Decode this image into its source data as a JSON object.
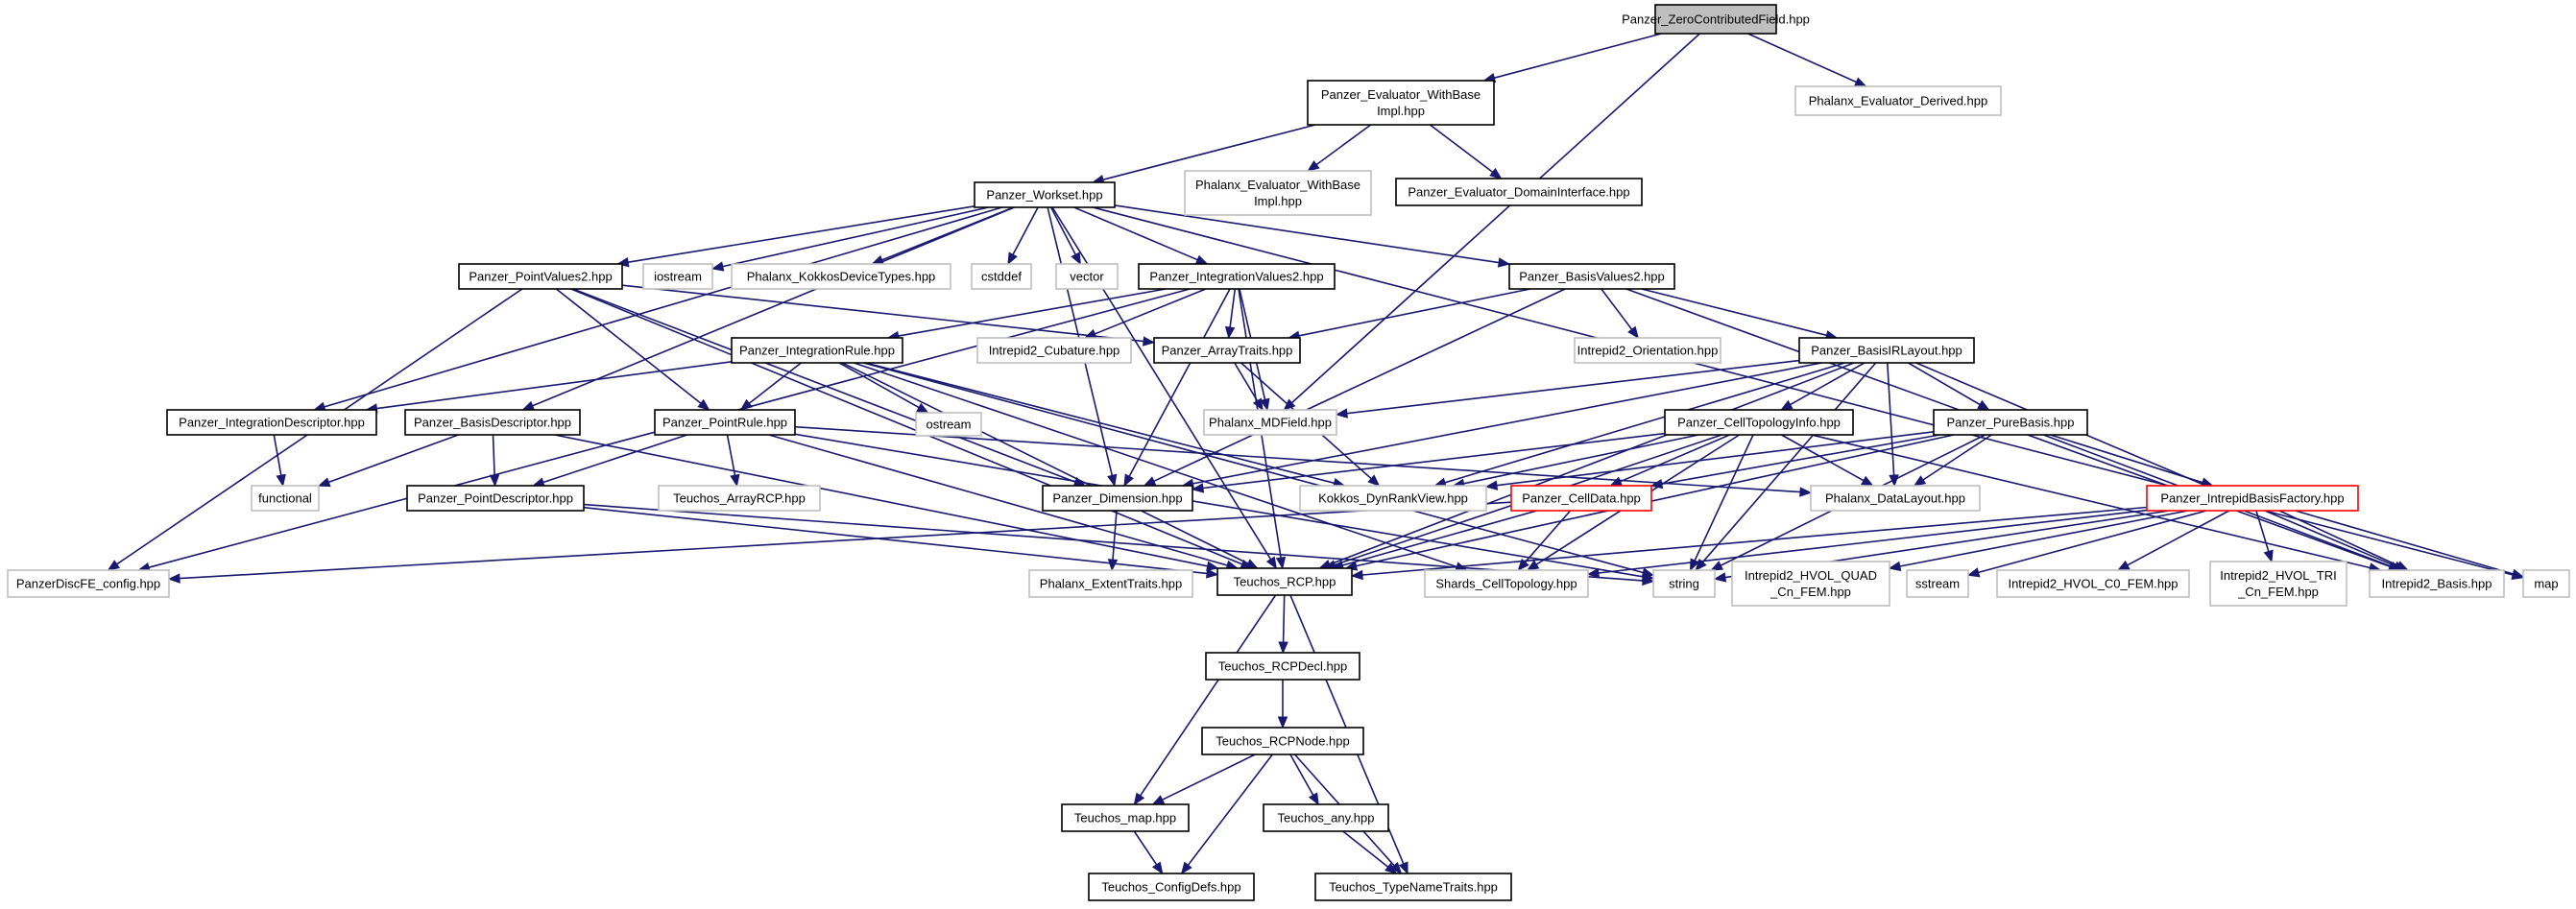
{
  "colors": {
    "edge": "#191970",
    "border_doc": "#000000",
    "border_nodoc": "#bfbfbf",
    "border_truncated": "#ff0000",
    "root_fill": "#bfbfbf",
    "fill": "#ffffff"
  },
  "nodes": [
    {
      "id": "zero",
      "lines": [
        "Panzer_ZeroContributedField.hpp"
      ],
      "style": "root"
    },
    {
      "id": "evb",
      "lines": [
        "Panzer_Evaluator_WithBase",
        "Impl.hpp"
      ],
      "style": "doc"
    },
    {
      "id": "evderived",
      "lines": [
        "Phalanx_Evaluator_Derived.hpp"
      ],
      "style": "nodoc"
    },
    {
      "id": "workset",
      "lines": [
        "Panzer_Workset.hpp"
      ],
      "style": "doc"
    },
    {
      "id": "phxevb",
      "lines": [
        "Phalanx_Evaluator_WithBase",
        "Impl.hpp"
      ],
      "style": "nodoc"
    },
    {
      "id": "domain",
      "lines": [
        "Panzer_Evaluator_DomainInterface.hpp"
      ],
      "style": "doc"
    },
    {
      "id": "pv2",
      "lines": [
        "Panzer_PointValues2.hpp"
      ],
      "style": "doc"
    },
    {
      "id": "iostream",
      "lines": [
        "iostream"
      ],
      "style": "nodoc"
    },
    {
      "id": "kokkosdev",
      "lines": [
        "Phalanx_KokkosDeviceTypes.hpp"
      ],
      "style": "nodoc"
    },
    {
      "id": "cstddef",
      "lines": [
        "cstddef"
      ],
      "style": "nodoc"
    },
    {
      "id": "vector",
      "lines": [
        "vector"
      ],
      "style": "nodoc"
    },
    {
      "id": "iv2",
      "lines": [
        "Panzer_IntegrationValues2.hpp"
      ],
      "style": "doc"
    },
    {
      "id": "bv2",
      "lines": [
        "Panzer_BasisValues2.hpp"
      ],
      "style": "doc"
    },
    {
      "id": "ir",
      "lines": [
        "Panzer_IntegrationRule.hpp"
      ],
      "style": "doc"
    },
    {
      "id": "cubature",
      "lines": [
        "Intrepid2_Cubature.hpp"
      ],
      "style": "nodoc"
    },
    {
      "id": "arraytraits",
      "lines": [
        "Panzer_ArrayTraits.hpp"
      ],
      "style": "doc"
    },
    {
      "id": "orientation",
      "lines": [
        "Intrepid2_Orientation.hpp"
      ],
      "style": "nodoc"
    },
    {
      "id": "birl",
      "lines": [
        "Panzer_BasisIRLayout.hpp"
      ],
      "style": "doc"
    },
    {
      "id": "intdesc",
      "lines": [
        "Panzer_IntegrationDescriptor.hpp"
      ],
      "style": "doc"
    },
    {
      "id": "basisdesc",
      "lines": [
        "Panzer_BasisDescriptor.hpp"
      ],
      "style": "doc"
    },
    {
      "id": "pointrule",
      "lines": [
        "Panzer_PointRule.hpp"
      ],
      "style": "doc"
    },
    {
      "id": "ostream",
      "lines": [
        "ostream"
      ],
      "style": "nodoc"
    },
    {
      "id": "mdfield",
      "lines": [
        "Phalanx_MDField.hpp"
      ],
      "style": "nodoc"
    },
    {
      "id": "cti",
      "lines": [
        "Panzer_CellTopologyInfo.hpp"
      ],
      "style": "doc"
    },
    {
      "id": "purebasis",
      "lines": [
        "Panzer_PureBasis.hpp"
      ],
      "style": "doc"
    },
    {
      "id": "functional",
      "lines": [
        "functional"
      ],
      "style": "nodoc"
    },
    {
      "id": "pointdesc",
      "lines": [
        "Panzer_PointDescriptor.hpp"
      ],
      "style": "doc"
    },
    {
      "id": "tarcp",
      "lines": [
        "Teuchos_ArrayRCP.hpp"
      ],
      "style": "nodoc"
    },
    {
      "id": "dimension",
      "lines": [
        "Panzer_Dimension.hpp"
      ],
      "style": "doc"
    },
    {
      "id": "dynrank",
      "lines": [
        "Kokkos_DynRankView.hpp"
      ],
      "style": "nodoc"
    },
    {
      "id": "celldata",
      "lines": [
        "Panzer_CellData.hpp"
      ],
      "style": "truncated"
    },
    {
      "id": "datalayout",
      "lines": [
        "Phalanx_DataLayout.hpp"
      ],
      "style": "nodoc"
    },
    {
      "id": "ibf",
      "lines": [
        "Panzer_IntrepidBasisFactory.hpp"
      ],
      "style": "truncated"
    },
    {
      "id": "discfe",
      "lines": [
        "PanzerDiscFE_config.hpp"
      ],
      "style": "nodoc"
    },
    {
      "id": "extent",
      "lines": [
        "Phalanx_ExtentTraits.hpp"
      ],
      "style": "nodoc"
    },
    {
      "id": "rcp",
      "lines": [
        "Teuchos_RCP.hpp"
      ],
      "style": "doc"
    },
    {
      "id": "shards",
      "lines": [
        "Shards_CellTopology.hpp"
      ],
      "style": "nodoc"
    },
    {
      "id": "string",
      "lines": [
        "string"
      ],
      "style": "nodoc"
    },
    {
      "id": "hvolquad",
      "lines": [
        "Intrepid2_HVOL_QUAD",
        "_Cn_FEM.hpp"
      ],
      "style": "nodoc"
    },
    {
      "id": "sstream",
      "lines": [
        "sstream"
      ],
      "style": "nodoc"
    },
    {
      "id": "hvolc0",
      "lines": [
        "Intrepid2_HVOL_C0_FEM.hpp"
      ],
      "style": "nodoc"
    },
    {
      "id": "hvoltri",
      "lines": [
        "Intrepid2_HVOL_TRI",
        "_Cn_FEM.hpp"
      ],
      "style": "nodoc"
    },
    {
      "id": "i2basis",
      "lines": [
        "Intrepid2_Basis.hpp"
      ],
      "style": "nodoc"
    },
    {
      "id": "map",
      "lines": [
        "map"
      ],
      "style": "nodoc"
    },
    {
      "id": "rcpdecl",
      "lines": [
        "Teuchos_RCPDecl.hpp"
      ],
      "style": "doc"
    },
    {
      "id": "rcpnode",
      "lines": [
        "Teuchos_RCPNode.hpp"
      ],
      "style": "doc"
    },
    {
      "id": "tmap",
      "lines": [
        "Teuchos_map.hpp"
      ],
      "style": "doc"
    },
    {
      "id": "tany",
      "lines": [
        "Teuchos_any.hpp"
      ],
      "style": "doc"
    },
    {
      "id": "configdefs",
      "lines": [
        "Teuchos_ConfigDefs.hpp"
      ],
      "style": "doc"
    },
    {
      "id": "typename",
      "lines": [
        "Teuchos_TypeNameTraits.hpp"
      ],
      "style": "doc"
    }
  ],
  "edges": [
    [
      "zero",
      "evb"
    ],
    [
      "zero",
      "evderived"
    ],
    [
      "zero",
      "mdfield"
    ],
    [
      "evb",
      "workset"
    ],
    [
      "evb",
      "phxevb"
    ],
    [
      "evb",
      "domain"
    ],
    [
      "workset",
      "pv2"
    ],
    [
      "workset",
      "iostream"
    ],
    [
      "workset",
      "kokkosdev"
    ],
    [
      "workset",
      "cstddef"
    ],
    [
      "workset",
      "vector"
    ],
    [
      "workset",
      "iv2"
    ],
    [
      "workset",
      "bv2"
    ],
    [
      "workset",
      "intdesc"
    ],
    [
      "workset",
      "basisdesc"
    ],
    [
      "workset",
      "dimension"
    ],
    [
      "workset",
      "rcp"
    ],
    [
      "workset",
      "map"
    ],
    [
      "pv2",
      "discfe"
    ],
    [
      "pv2",
      "pointrule"
    ],
    [
      "pv2",
      "arraytraits"
    ],
    [
      "pv2",
      "dimension"
    ],
    [
      "pv2",
      "rcp"
    ],
    [
      "iv2",
      "ir"
    ],
    [
      "iv2",
      "cubature"
    ],
    [
      "iv2",
      "arraytraits"
    ],
    [
      "iv2",
      "mdfield"
    ],
    [
      "iv2",
      "dimension"
    ],
    [
      "iv2",
      "rcp"
    ],
    [
      "iv2",
      "discfe"
    ],
    [
      "bv2",
      "arraytraits"
    ],
    [
      "bv2",
      "orientation"
    ],
    [
      "bv2",
      "birl"
    ],
    [
      "bv2",
      "dimension"
    ],
    [
      "bv2",
      "i2basis"
    ],
    [
      "ir",
      "intdesc"
    ],
    [
      "ir",
      "pointrule"
    ],
    [
      "ir",
      "ostream"
    ],
    [
      "ir",
      "rcp"
    ],
    [
      "ir",
      "dynrank"
    ],
    [
      "ir",
      "string"
    ],
    [
      "ir",
      "shards"
    ],
    [
      "arraytraits",
      "mdfield"
    ],
    [
      "arraytraits",
      "dynrank"
    ],
    [
      "birl",
      "cti"
    ],
    [
      "birl",
      "purebasis"
    ],
    [
      "birl",
      "datalayout"
    ],
    [
      "birl",
      "dimension"
    ],
    [
      "birl",
      "rcp"
    ],
    [
      "birl",
      "dynrank"
    ],
    [
      "birl",
      "mdfield"
    ],
    [
      "birl",
      "i2basis"
    ],
    [
      "birl",
      "string"
    ],
    [
      "intdesc",
      "functional"
    ],
    [
      "basisdesc",
      "functional"
    ],
    [
      "basisdesc",
      "pointdesc"
    ],
    [
      "basisdesc",
      "rcp"
    ],
    [
      "pointrule",
      "pointdesc"
    ],
    [
      "pointrule",
      "tarcp"
    ],
    [
      "pointrule",
      "datalayout"
    ],
    [
      "pointrule",
      "rcp"
    ],
    [
      "pointrule",
      "string"
    ],
    [
      "pointdesc",
      "rcp"
    ],
    [
      "pointdesc",
      "string"
    ],
    [
      "cti",
      "celldata"
    ],
    [
      "cti",
      "datalayout"
    ],
    [
      "cti",
      "dynrank"
    ],
    [
      "cti",
      "string"
    ],
    [
      "cti",
      "shards"
    ],
    [
      "cti",
      "rcp"
    ],
    [
      "cti",
      "i2basis"
    ],
    [
      "cti",
      "dimension"
    ],
    [
      "purebasis",
      "ibf"
    ],
    [
      "purebasis",
      "celldata"
    ],
    [
      "purebasis",
      "datalayout"
    ],
    [
      "purebasis",
      "string"
    ],
    [
      "purebasis",
      "rcp"
    ],
    [
      "purebasis",
      "i2basis"
    ],
    [
      "purebasis",
      "dynrank"
    ],
    [
      "dimension",
      "extent"
    ],
    [
      "celldata",
      "shards"
    ],
    [
      "celldata",
      "rcp"
    ],
    [
      "celldata",
      "discfe"
    ],
    [
      "ibf",
      "hvolquad"
    ],
    [
      "ibf",
      "sstream"
    ],
    [
      "ibf",
      "hvolc0"
    ],
    [
      "ibf",
      "hvoltri"
    ],
    [
      "ibf",
      "i2basis"
    ],
    [
      "ibf",
      "map"
    ],
    [
      "ibf",
      "string"
    ],
    [
      "ibf",
      "rcp"
    ],
    [
      "ibf",
      "shards"
    ],
    [
      "rcp",
      "rcpdecl"
    ],
    [
      "rcp",
      "tmap"
    ],
    [
      "rcp",
      "typename"
    ],
    [
      "rcpdecl",
      "rcpnode"
    ],
    [
      "rcpnode",
      "tmap"
    ],
    [
      "rcpnode",
      "tany"
    ],
    [
      "rcpnode",
      "configdefs"
    ],
    [
      "rcpnode",
      "typename"
    ],
    [
      "tmap",
      "configdefs"
    ],
    [
      "tany",
      "typename"
    ]
  ]
}
